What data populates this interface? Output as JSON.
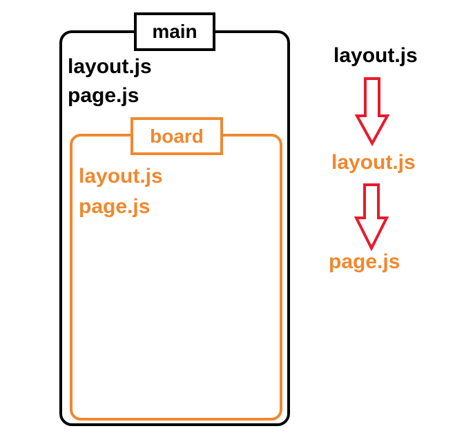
{
  "colors": {
    "black": "#000000",
    "orange": "#f0882e",
    "arrow_red": "#e81a2a"
  },
  "main": {
    "label": "main",
    "files": [
      "layout.js",
      "page.js"
    ]
  },
  "board": {
    "label": "board",
    "files": [
      "layout.js",
      "page.js"
    ]
  },
  "flow": {
    "steps": [
      "layout.js",
      "layout.js",
      "page.js"
    ]
  }
}
